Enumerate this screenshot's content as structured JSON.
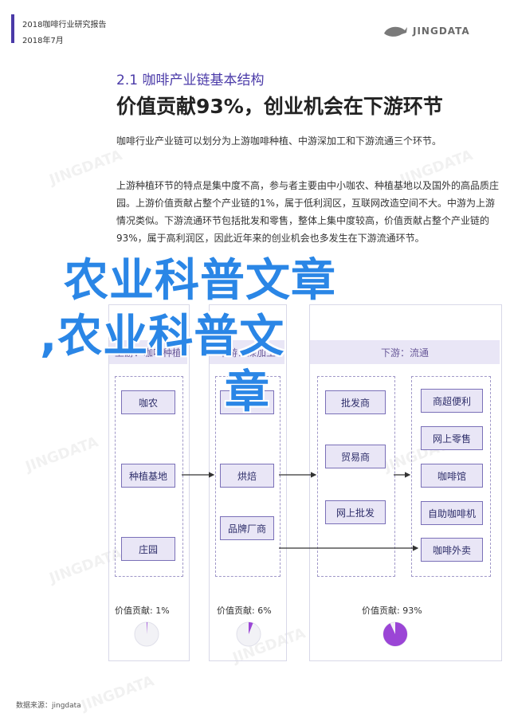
{
  "header": {
    "title": "2018咖啡行业研究报告",
    "date": "2018年7月",
    "logo_text": "JINGDATA",
    "logo_icon": "whale-icon"
  },
  "section": {
    "number_title": "2.1 咖啡产业链基本结构",
    "headline": "价值贡献93%，创业机会在下游环节"
  },
  "paragraphs": [
    "咖啡行业产业链可以划分为上游咖啡种植、中游深加工和下游流通三个环节。",
    "上游种植环节的特点是集中度不高，参与者主要由中小咖农、种植基地以及国外的高品质庄园。上游价值贡献占整个产业链的1%，属于低利润区，互联网改造空间不大。中游为上游情况类似。下游流通环节包括批发和零售，整体上集中度较高，价值贡献占整个产业链的93%，属于高利润区，因此近年来的创业机会也多发生在下游流通环节。"
  ],
  "diagram": {
    "stages": [
      {
        "header": "上游：咖啡种植",
        "nodes": [
          "咖农",
          "种植基地",
          "庄园"
        ],
        "value_label": "价值贡献: 1%",
        "value_pct": 1
      },
      {
        "header": "中游：深加工",
        "nodes": [
          "深加工",
          "烘焙",
          "品牌厂商"
        ],
        "value_label": "价值贡献: 6%",
        "value_pct": 6
      },
      {
        "header": "下游：流通",
        "nodes_left": [
          "批发商",
          "贸易商",
          "网上批发"
        ],
        "nodes_right": [
          "商超便利",
          "网上零售",
          "咖啡馆",
          "自助咖啡机",
          "咖啡外卖"
        ],
        "value_label": "价值贡献: 93%",
        "value_pct": 93
      }
    ],
    "colors": {
      "node_fill": "#e9e6f6",
      "node_border": "#7a70b8",
      "accent": "#4a3aa8",
      "pie_fill": "#9b45d6"
    }
  },
  "overlay": {
    "line1": "农业科普文章",
    "line2": ",农业科普文",
    "line3": "章"
  },
  "watermark": "JINGDATA",
  "footer": "数据来源：jingdata"
}
